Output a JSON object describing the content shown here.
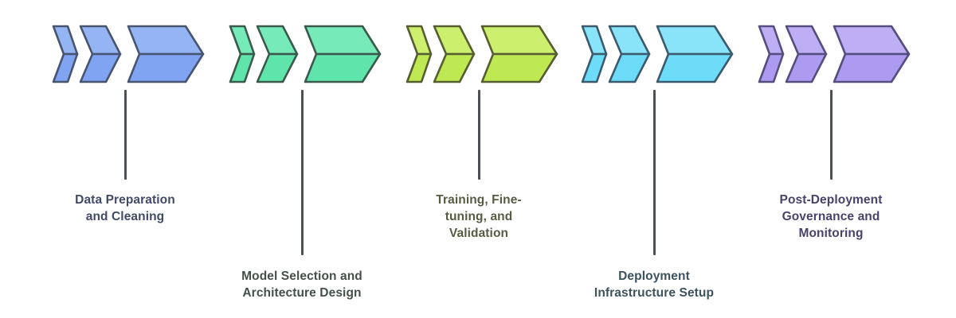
{
  "diagram": {
    "type": "process-flow",
    "background": "#ffffff",
    "connector_color": "#4c4f54",
    "stages": [
      {
        "label": "Data Preparation and Cleaning",
        "fill": "#80a4f1",
        "fill_light": "#95b4f4",
        "stroke": "#475571",
        "text_color": "#414a66",
        "connector": "short"
      },
      {
        "label": "Model Selection and Architecture Design",
        "fill": "#5fe5ab",
        "fill_light": "#76eab9",
        "stroke": "#3c5a4c",
        "text_color": "#445049",
        "connector": "long"
      },
      {
        "label": "Training, Fine-tuning, and Validation",
        "fill": "#bee953",
        "fill_light": "#ccef6e",
        "stroke": "#565e31",
        "text_color": "#575b43",
        "connector": "short"
      },
      {
        "label": "Deployment Infrastructure Setup",
        "fill": "#6cdcf8",
        "fill_light": "#89e4fa",
        "stroke": "#3b5a6d",
        "text_color": "#3c525c",
        "connector": "long"
      },
      {
        "label": "Post-Deployment Governance and Monitoring",
        "fill": "#ad9bf2",
        "fill_light": "#beaff5",
        "stroke": "#564e7e",
        "text_color": "#49436b",
        "connector": "short"
      }
    ]
  }
}
